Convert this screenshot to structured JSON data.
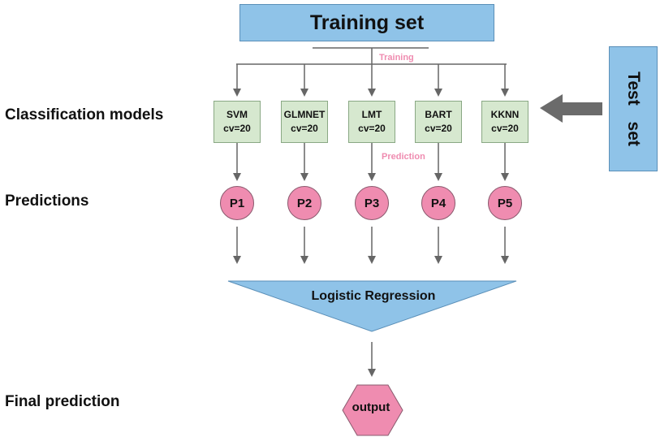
{
  "training_set": "Training set",
  "test_set": "Test set",
  "row_labels": {
    "classification": "Classification models",
    "predictions": "Predictions",
    "final": "Final prediction"
  },
  "notes": {
    "training": "Training",
    "prediction": "Prediction"
  },
  "models": [
    {
      "name": "SVM",
      "cv": "cv=20"
    },
    {
      "name": "GLMNET",
      "cv": "cv=20"
    },
    {
      "name": "LMT",
      "cv": "cv=20"
    },
    {
      "name": "BART",
      "cv": "cv=20"
    },
    {
      "name": "KKNN",
      "cv": "cv=20"
    }
  ],
  "predictions": [
    "P1",
    "P2",
    "P3",
    "P4",
    "P5"
  ],
  "meta_model": "Logistic Regression",
  "output": "output",
  "colors": {
    "blue_box": "#8fc3e8",
    "green_box": "#d6e8cf",
    "pink_circle": "#ef8cb0",
    "pink_text": "#ef8cb0",
    "arrow": "#666666"
  }
}
